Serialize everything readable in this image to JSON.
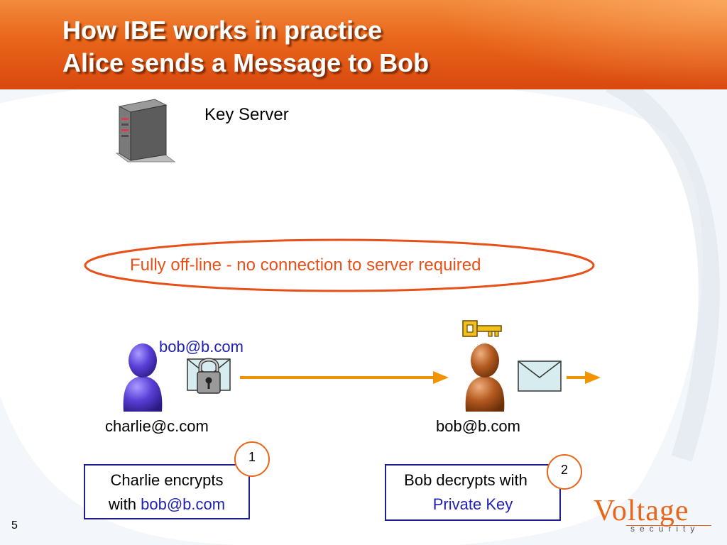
{
  "header": {
    "title_line1": "How IBE works in practice",
    "title_line2": "Alice sends a Message to Bob"
  },
  "key_server": {
    "label": "Key Server",
    "icon": "server-icon"
  },
  "offline_note": "Fully off-line - no connection to server required",
  "sender": {
    "email": "charlie@c.com",
    "recipient_tag": "bob@b.com",
    "avatar_color": "#5a3fd8"
  },
  "receiver": {
    "email": "bob@b.com",
    "avatar_color": "#a8501a"
  },
  "step1": {
    "number": "1",
    "line1": "Charlie encrypts",
    "line2_prefix": "with ",
    "line2_highlight": "bob@b.com"
  },
  "step2": {
    "number": "2",
    "line1": "Bob decrypts with",
    "line2_highlight": "Private Key"
  },
  "slide_number": "5",
  "logo": {
    "name": "Voltage",
    "tagline": "security"
  },
  "colors": {
    "accent": "#e8651a",
    "link_blue": "#1f1fb0",
    "arrow": "#f29400"
  }
}
